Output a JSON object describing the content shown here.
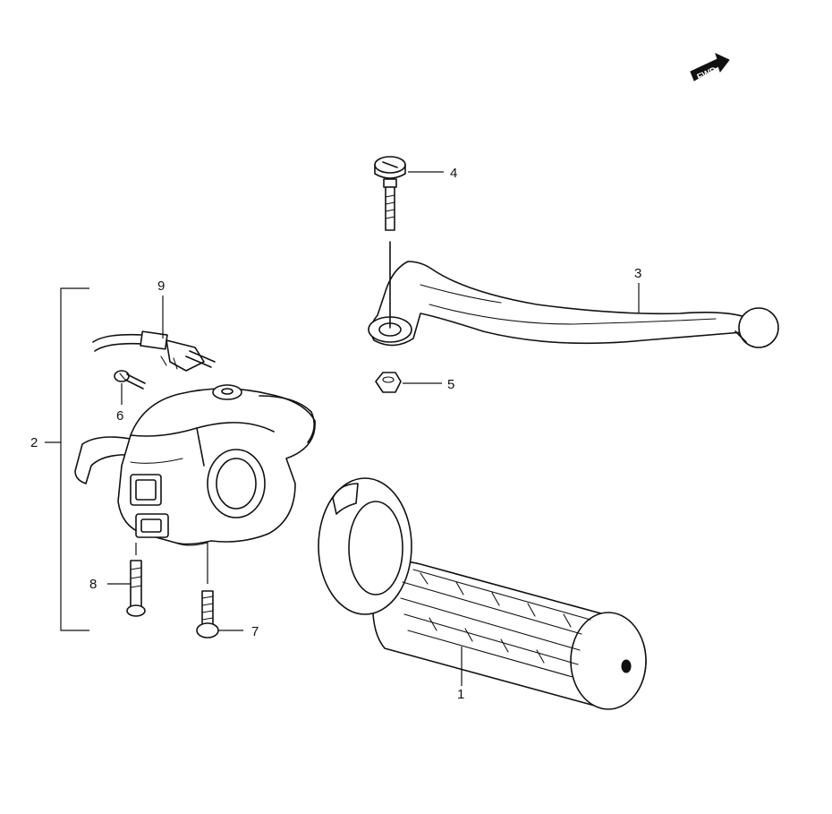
{
  "fwd_label": "FWD",
  "callouts": {
    "c1": "1",
    "c2": "2",
    "c3": "3",
    "c4": "4",
    "c5": "5",
    "c6": "6",
    "c7": "7",
    "c8": "8",
    "c9": "9"
  }
}
